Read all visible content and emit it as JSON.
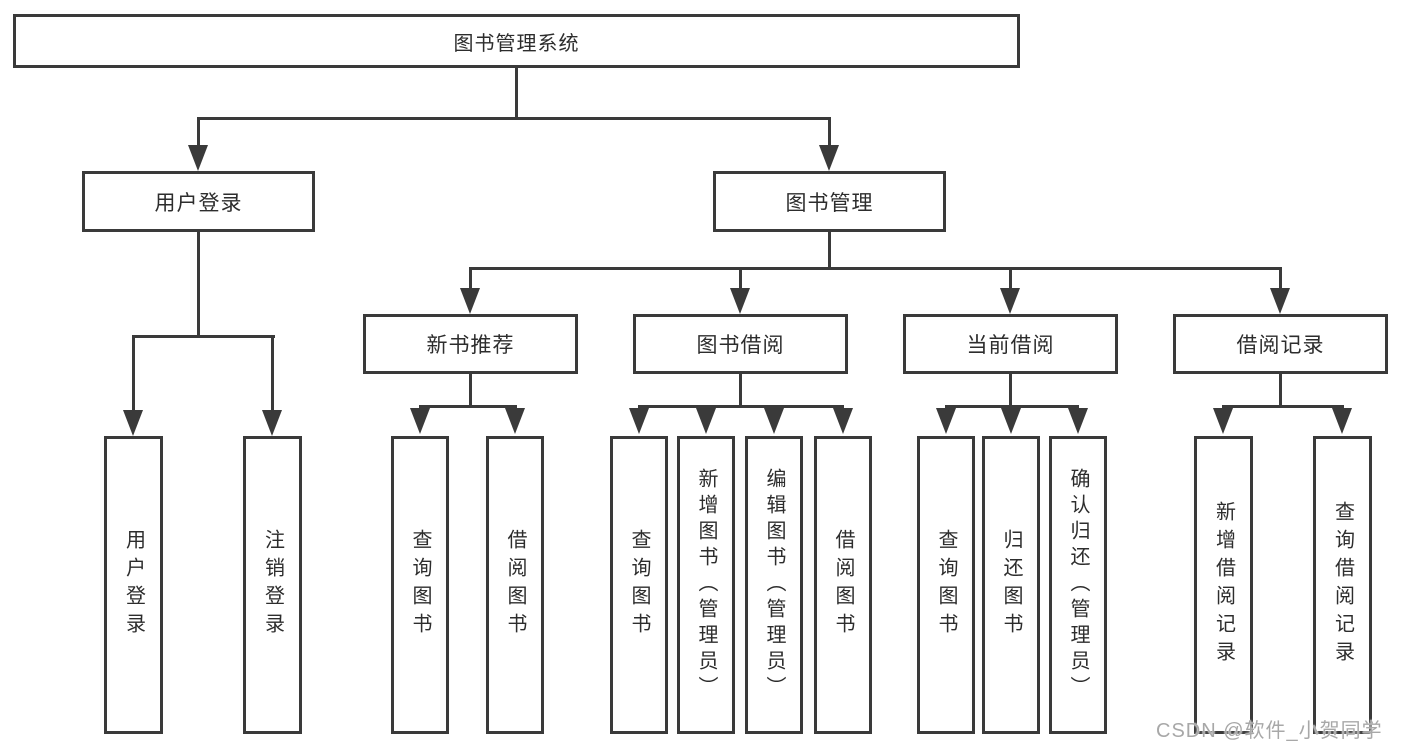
{
  "diagram": {
    "title": "图书管理系统",
    "nodes": {
      "root": "图书管理系统",
      "user_login": "用户登录",
      "book_management": "图书管理",
      "new_book_rec": "新书推荐",
      "book_borrow": "图书借阅",
      "current_borrow": "当前借阅",
      "borrow_records": "借阅记录",
      "leaf_user_login": "用户登录",
      "leaf_logout": "注销登录",
      "leaf_query_book_1": "查询图书",
      "leaf_borrow_book_1": "借阅图书",
      "leaf_query_book_2": "查询图书",
      "leaf_add_book": "新增图书（管理员）",
      "leaf_edit_book": "编辑图书（管理员）",
      "leaf_borrow_book_2": "借阅图书",
      "leaf_query_book_3": "查询图书",
      "leaf_return_book": "归还图书",
      "leaf_confirm_return": "确认归还（管理员）",
      "leaf_add_borrow_record": "新增借阅记录",
      "leaf_query_borrow_record": "查询借阅记录"
    },
    "colors": {
      "line": "#3a3a3a",
      "text": "#2d2d2d",
      "background": "#ffffff",
      "watermark": "#a8a8a8"
    }
  },
  "watermark": "CSDN @软件_小贺同学"
}
